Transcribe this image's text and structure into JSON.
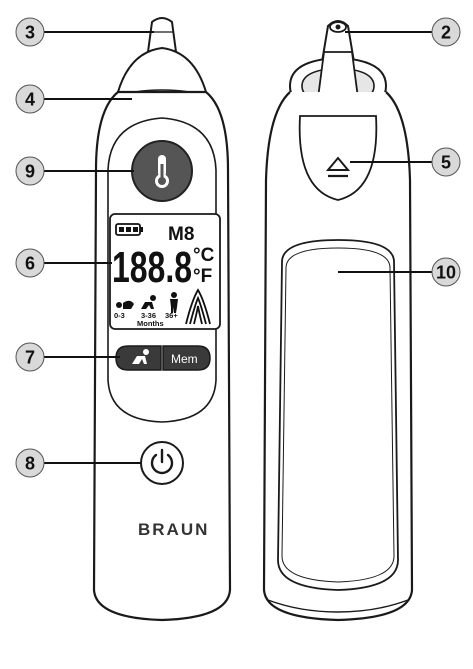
{
  "callouts": {
    "c3": "3",
    "c4": "4",
    "c9": "9",
    "c6": "6",
    "c7": "7",
    "c8": "8",
    "c2": "2",
    "c5": "5",
    "c10": "10"
  },
  "display": {
    "memory_indicator": "M8",
    "temperature": "188.8",
    "unit_celsius": "°C",
    "unit_fahrenheit": "°F",
    "age_0_3": "0-3",
    "age_3_36": "3-36",
    "age_36_plus": "36+",
    "months_label": "Months"
  },
  "buttons": {
    "mem_label": "Mem"
  },
  "brand": {
    "logo_text": "BRAUN"
  },
  "icons": {
    "thermometer": "thermometer-icon",
    "power": "power-icon",
    "eject": "eject-icon",
    "child": "child-icon",
    "battery": "battery-icon"
  },
  "colors": {
    "button_dark": "#3a3a3a",
    "callout_circle": "#d9d9d9",
    "outline": "#1a1a1a"
  }
}
